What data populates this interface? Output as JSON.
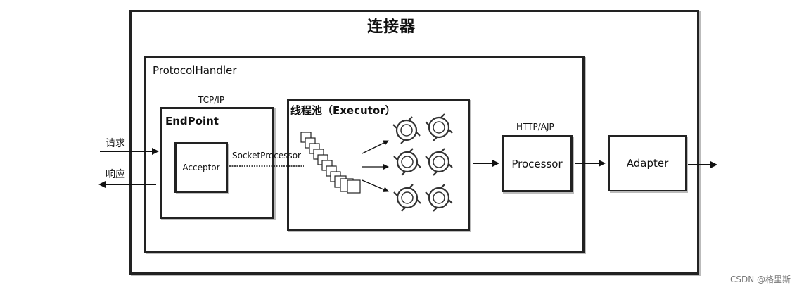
{
  "connector": {
    "title": "连接器"
  },
  "protocol_handler": {
    "label": "ProtocolHandler"
  },
  "endpoint": {
    "label": "EndPoint",
    "protocol": "TCP/IP"
  },
  "acceptor": {
    "label": "Acceptor"
  },
  "socket_processor": {
    "label": "SocketProcessor"
  },
  "executor": {
    "label": "线程池（Executor）"
  },
  "processor": {
    "label": "Processor",
    "protocol": "HTTP/AJP"
  },
  "adapter": {
    "label": "Adapter"
  },
  "request": {
    "label": "请求"
  },
  "response": {
    "label": "响应"
  },
  "watermark": {
    "text": "CSDN @格里斯"
  }
}
